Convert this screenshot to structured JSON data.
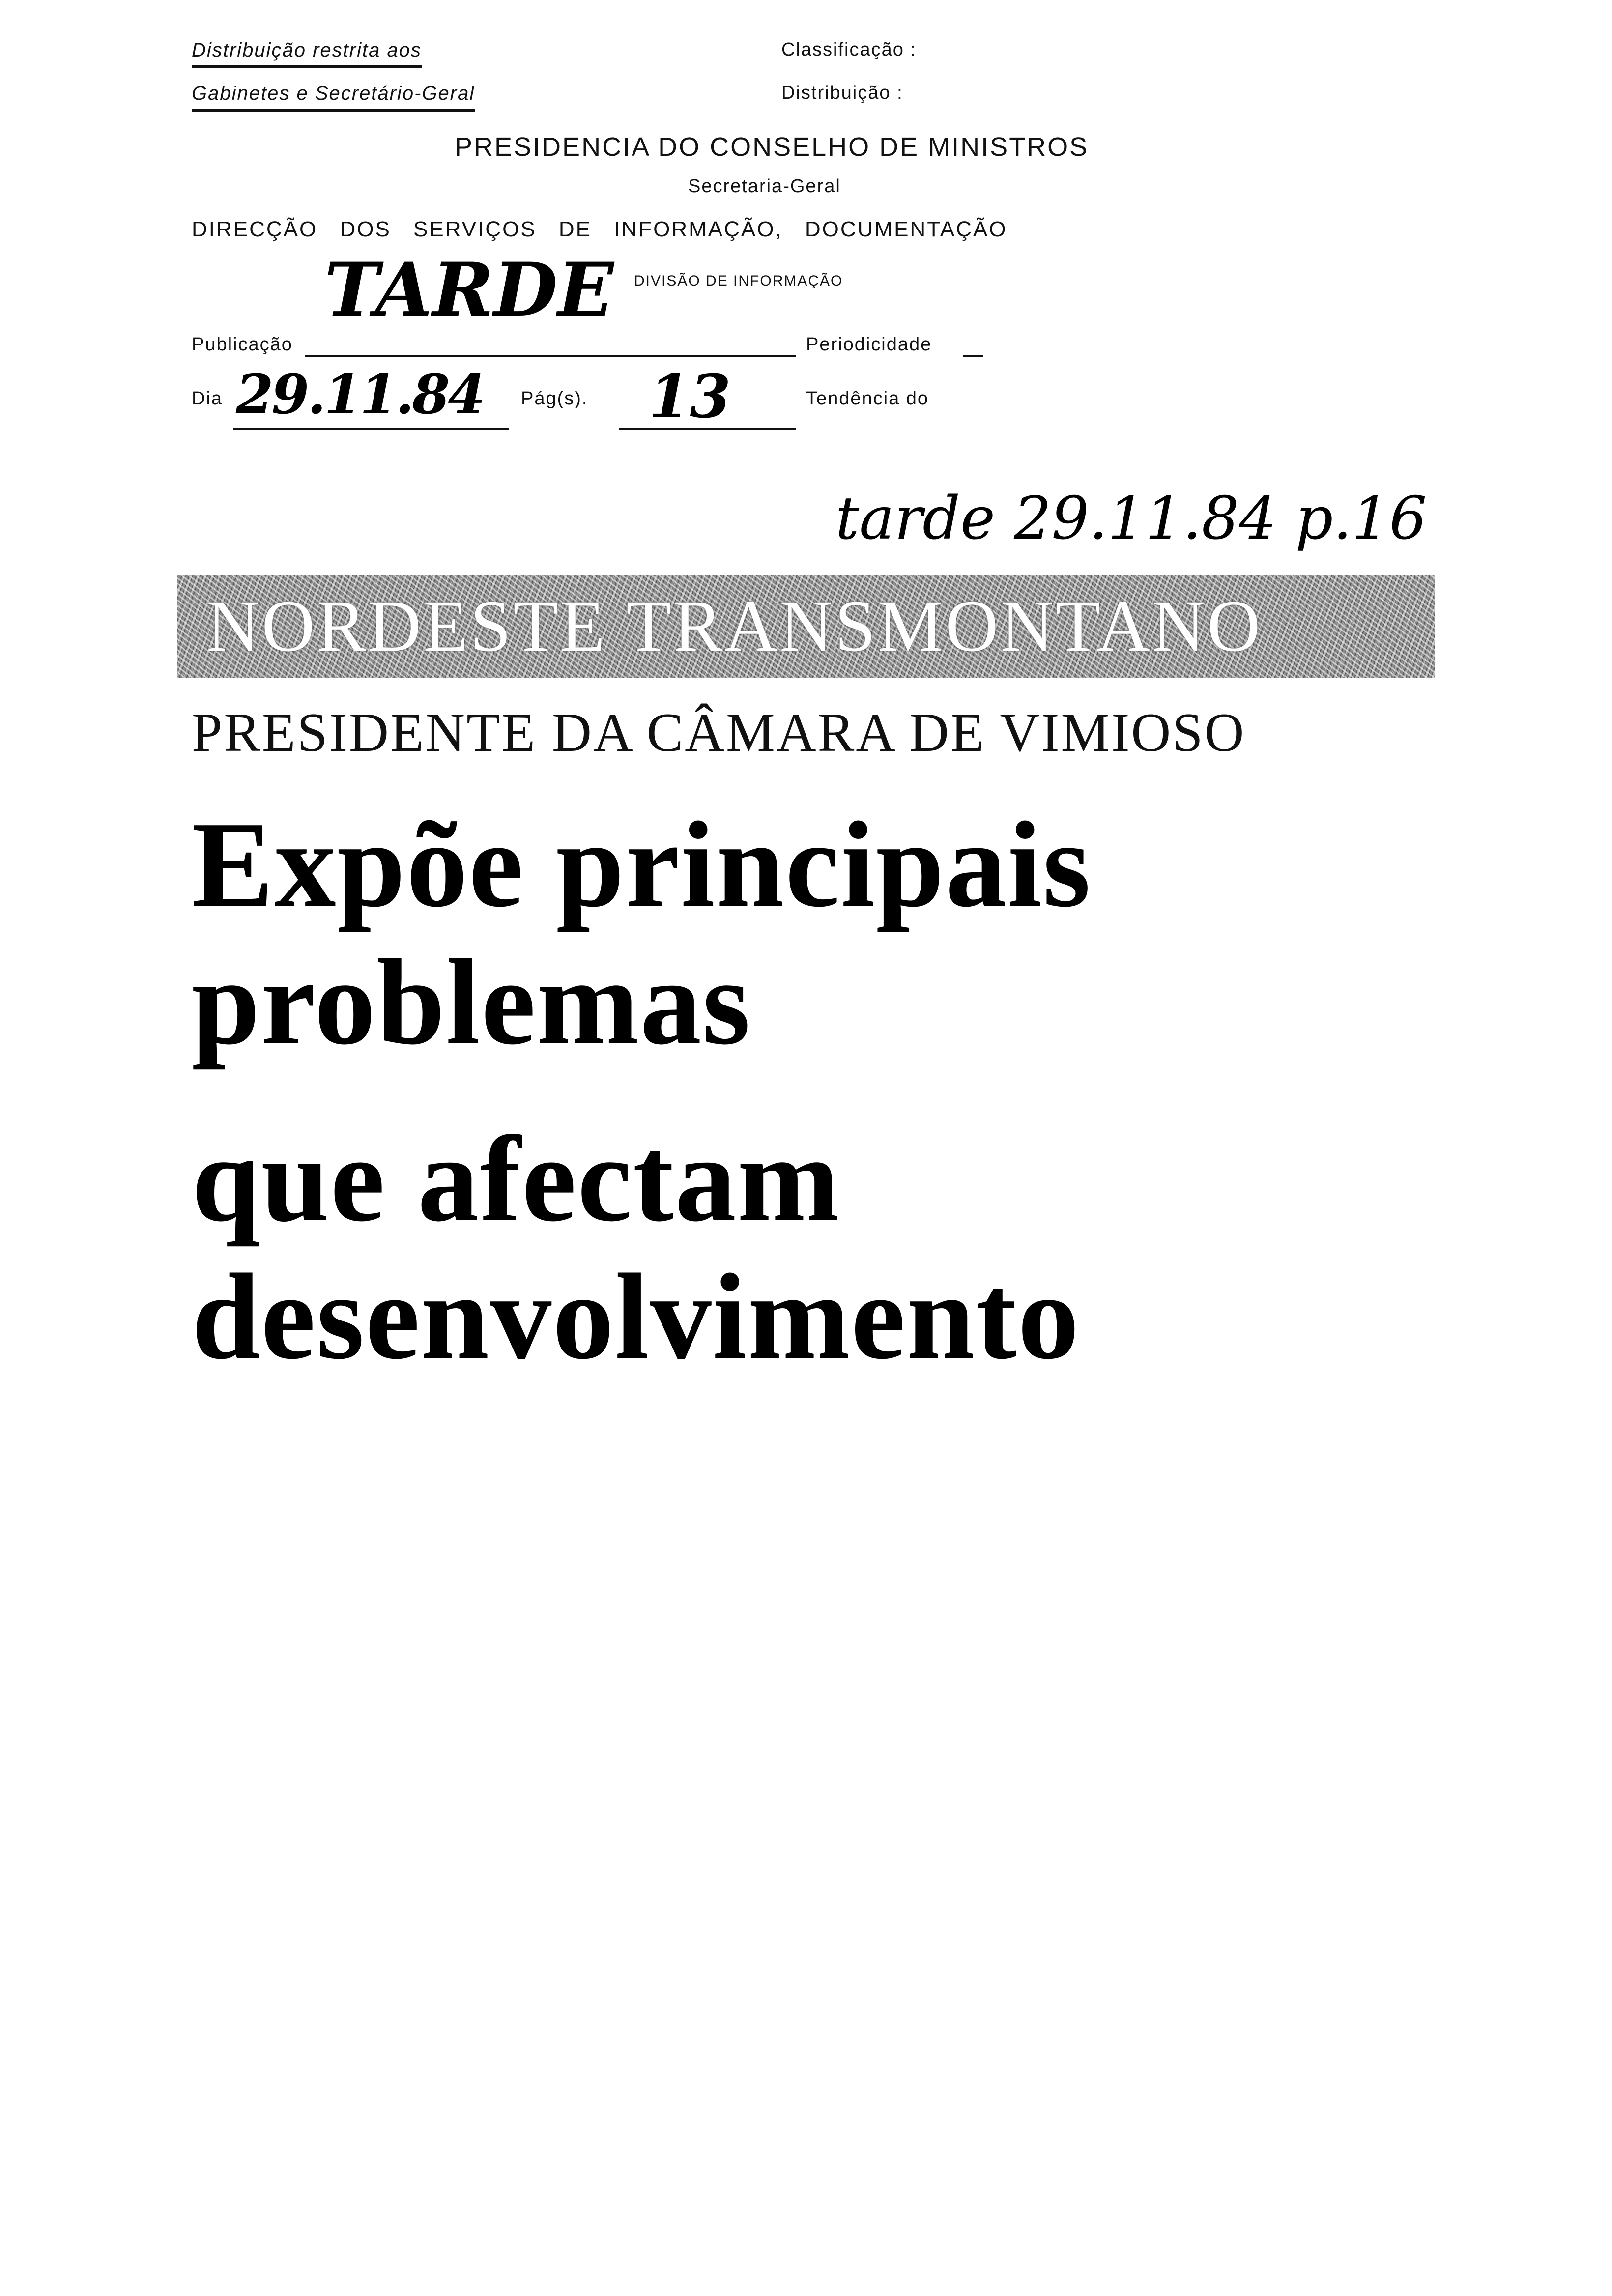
{
  "form": {
    "restriction_line1": "Distribuição restrita aos",
    "restriction_line2": "Gabinetes e Secretário-Geral",
    "classification_label": "Classificação :",
    "distribution_label": "Distribuição :",
    "org_title": "PRESIDENCIA DO CONSELHO DE MINISTROS",
    "org_subtitle": "Secretaria-Geral",
    "directorate": "DIRECÇÃO DOS SERVIÇOS DE INFORMAÇÃO, DOCUMENTAÇÃO",
    "division": "DIVISÃO DE INFORMAÇÃO",
    "publication_label": "Publicação",
    "periodicity_label": "Periodicidade",
    "day_label": "Dia",
    "pages_label": "Pág(s).",
    "tendency_label": "Tendência do"
  },
  "handwriting": {
    "publication": "TARDE",
    "day": "29.11.84",
    "pages": "13",
    "margin_note": "tarde 29.11.84 p.16"
  },
  "clipping": {
    "band_title": "NORDESTE TRANSMONTANO",
    "kicker": "PRESIDENTE DA CÂMARA DE VIMIOSO",
    "headline_line1": "Expõe principais problemas",
    "headline_line2": "que afectam desenvolvimento"
  }
}
